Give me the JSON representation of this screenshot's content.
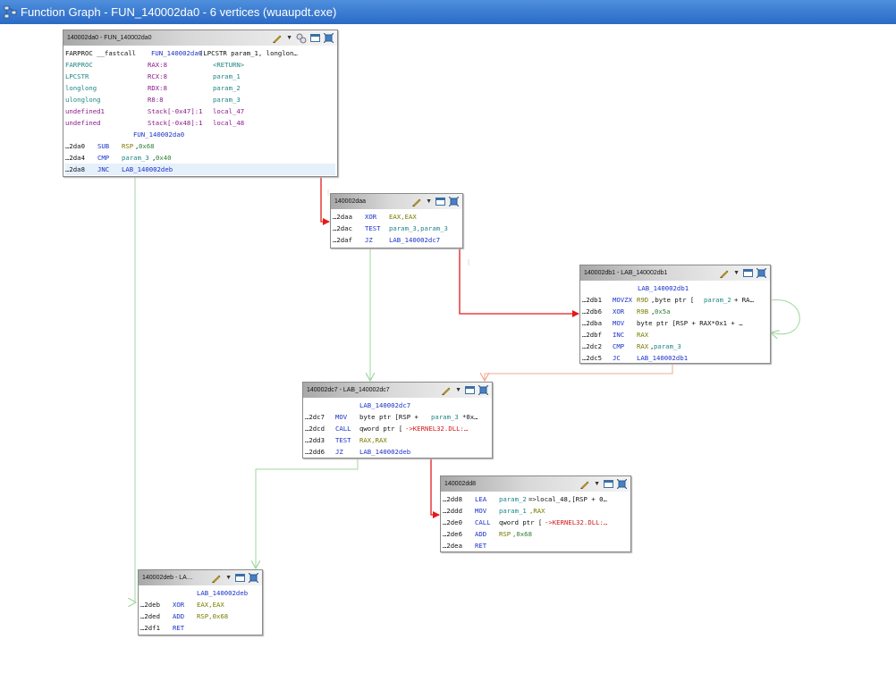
{
  "window": {
    "title": "Function Graph - FUN_140002da0 - 6 vertices  (wuaupdt.exe)"
  },
  "colors": {
    "edge_true": "#9fd79f",
    "edge_false": "#e31a1a",
    "edge_fall": "#f2a88f",
    "title_blue": "#2a6ac6"
  },
  "blocks": {
    "b1": {
      "title": "140002da0 - FUN_140002da0",
      "sig": {
        "t1": "FARPROC __fastcall ",
        "fn": "FUN_140002da0",
        "t2": "(LPCSTR param_1, longlon…"
      },
      "params": [
        {
          "type": "FARPROC",
          "loc": "RAX:8",
          "name": "<RETURN>"
        },
        {
          "type": "LPCSTR",
          "loc": "RCX:8",
          "name": "param_1"
        },
        {
          "type": "longlong",
          "loc": "RDX:8",
          "name": "param_2"
        },
        {
          "type": "ulonglong",
          "loc": "R8:8",
          "name": "param_3"
        },
        {
          "type": "undefined1",
          "loc": "Stack[-0x47]:1",
          "name": "local_47"
        },
        {
          "type": "undefined",
          "loc": "Stack[-0x48]:1",
          "name": "local_48"
        }
      ],
      "label": "FUN_140002da0",
      "code": [
        {
          "addr": "…2da0",
          "mn": "SUB",
          "op1": "RSP",
          "sep": ",",
          "op2": "0x68"
        },
        {
          "addr": "…2da4",
          "mn": "CMP",
          "op1": "param_3",
          "sep": ",",
          "op2": "0x40"
        },
        {
          "addr": "…2da8",
          "mn": "JNC",
          "op1": "LAB_140002deb",
          "sep": "",
          "op2": ""
        }
      ]
    },
    "b2": {
      "title": "140002daa",
      "code": [
        {
          "addr": "…2daa",
          "mn": "XOR",
          "op1": "EAX,EAX"
        },
        {
          "addr": "…2dac",
          "mn": "TEST",
          "op1": "param_3,param_3"
        },
        {
          "addr": "…2daf",
          "mn": "JZ",
          "op1": "LAB_140002dc7"
        }
      ]
    },
    "b3": {
      "title": "140002db1 - LAB_140002db1",
      "label": "LAB_140002db1",
      "code": [
        {
          "addr": "…2db1",
          "mn": "MOVZX",
          "op1": "R9D",
          "op2": ",byte ptr [",
          "op3": "param_2",
          "op4": " + RA…"
        },
        {
          "addr": "…2db6",
          "mn": "XOR",
          "op1": "R9B",
          "op2": ",",
          "op3": "0x5a",
          "op4": ""
        },
        {
          "addr": "…2dba",
          "mn": "MOV",
          "op1": "",
          "op2": "byte ptr [RSP + RAX*0x1 + …",
          "op3": "",
          "op4": ""
        },
        {
          "addr": "…2dbf",
          "mn": "INC",
          "op1": "RAX",
          "op2": "",
          "op3": "",
          "op4": ""
        },
        {
          "addr": "…2dc2",
          "mn": "CMP",
          "op1": "RAX",
          "op2": ",",
          "op3": "param_3",
          "op4": ""
        },
        {
          "addr": "…2dc5",
          "mn": "JC",
          "op1": "LAB_140002db1",
          "op2": "",
          "op3": "",
          "op4": ""
        }
      ]
    },
    "b4": {
      "title": "140002dc7 - LAB_140002dc7",
      "label": "LAB_140002dc7",
      "code": [
        {
          "addr": "…2dc7",
          "mn": "MOV",
          "op1": "byte ptr [RSP + ",
          "op2": "param_3",
          "op3": "*0x…"
        },
        {
          "addr": "…2dcd",
          "mn": "CALL",
          "op1": "qword ptr [",
          "op2": "->KERNEL32.DLL:…",
          "op3": ""
        },
        {
          "addr": "…2dd3",
          "mn": "TEST",
          "op1": "RAX,RAX",
          "op2": "",
          "op3": ""
        },
        {
          "addr": "…2dd6",
          "mn": "JZ",
          "op1": "LAB_140002deb",
          "op2": "",
          "op3": ""
        }
      ]
    },
    "b5": {
      "title": "140002dd8",
      "code": [
        {
          "addr": "…2dd8",
          "mn": "LEA",
          "op1": "param_2",
          "op2": "=>local_48,[RSP + 0…"
        },
        {
          "addr": "…2ddd",
          "mn": "MOV",
          "op1": "param_1",
          "op2": ",RAX"
        },
        {
          "addr": "…2de0",
          "mn": "CALL",
          "op1": "qword ptr [",
          "op2": "->KERNEL32.DLL:…"
        },
        {
          "addr": "…2de6",
          "mn": "ADD",
          "op1": "RSP",
          "op2": ",0x68"
        },
        {
          "addr": "…2dea",
          "mn": "RET",
          "op1": "",
          "op2": ""
        }
      ]
    },
    "b6": {
      "title": "140002deb - LA…",
      "label": "LAB_140002deb",
      "code": [
        {
          "addr": "…2deb",
          "mn": "XOR",
          "op1": "EAX,EAX"
        },
        {
          "addr": "…2ded",
          "mn": "ADD",
          "op1": "RSP,0x68"
        },
        {
          "addr": "…2df1",
          "mn": "RET",
          "op1": ""
        }
      ]
    }
  }
}
